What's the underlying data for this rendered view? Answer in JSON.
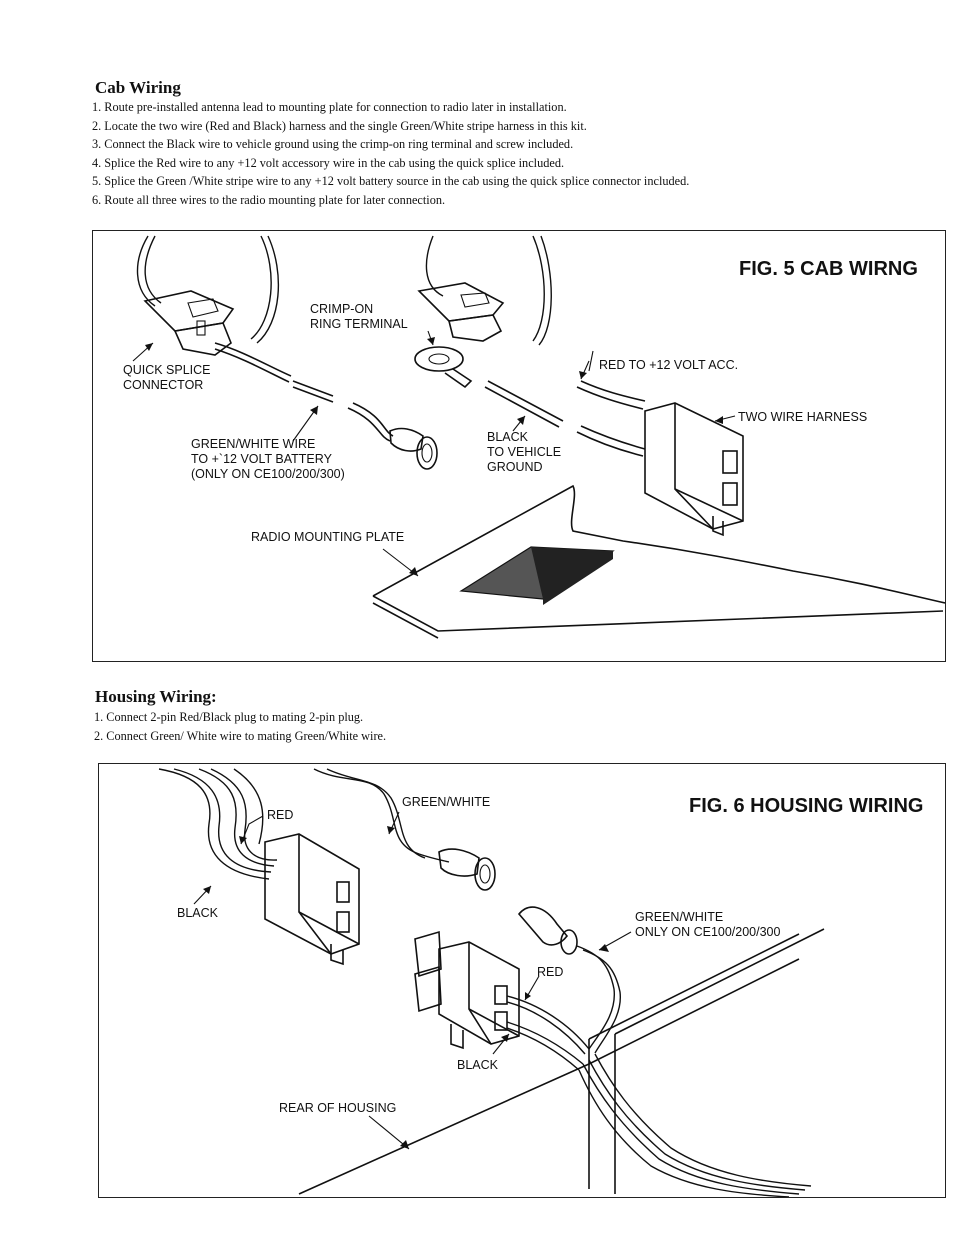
{
  "cab": {
    "title": "Cab Wiring",
    "steps": [
      "1. Route pre-installed antenna lead to mounting plate for connection to radio later in installation.",
      "2. Locate the two wire (Red and Black) harness and the single Green/White stripe harness in this kit.",
      "3. Connect the Black wire to vehicle ground using the crimp-on ring terminal and screw included.",
      "4. Splice the Red wire to any +12 volt accessory wire in the cab using the quick splice included.",
      "5. Splice the Green /White stripe wire to any +12 volt battery source in the cab using the quick splice connector included.",
      "6. Route all three wires to the radio mounting plate for later connection."
    ]
  },
  "fig5": {
    "title": "FIG. 5 CAB WIRNG",
    "labels": {
      "quick_splice_1": "QUICK SPLICE",
      "quick_splice_2": "CONNECTOR",
      "crimp_1": "CRIMP-ON",
      "crimp_2": "RING TERMINAL",
      "red_acc": "RED TO +12 VOLT ACC.",
      "two_wire": "TWO WIRE HARNESS",
      "gw_1": "GREEN/WHITE WIRE",
      "gw_2": "TO +`12 VOLT BATTERY",
      "gw_3": "(ONLY ON CE100/200/300)",
      "black_1": "BLACK",
      "black_2": "TO VEHICLE",
      "black_3": "GROUND",
      "plate": "RADIO MOUNTING PLATE"
    }
  },
  "housing": {
    "title": "Housing Wiring:",
    "steps": [
      "1. Connect 2-pin Red/Black plug to mating 2-pin plug.",
      "2. Connect Green/ White wire to mating Green/White wire."
    ]
  },
  "fig6": {
    "title": "FIG. 6 HOUSING WIRING",
    "labels": {
      "red_top": "RED",
      "black_left": "BLACK",
      "gw_top": "GREEN/WHITE",
      "gw_right_1": "GREEN/WHITE",
      "gw_right_2": "ONLY ON CE100/200/300",
      "red_mid": "RED",
      "black_mid": "BLACK",
      "rear": "REAR OF HOUSING"
    }
  }
}
